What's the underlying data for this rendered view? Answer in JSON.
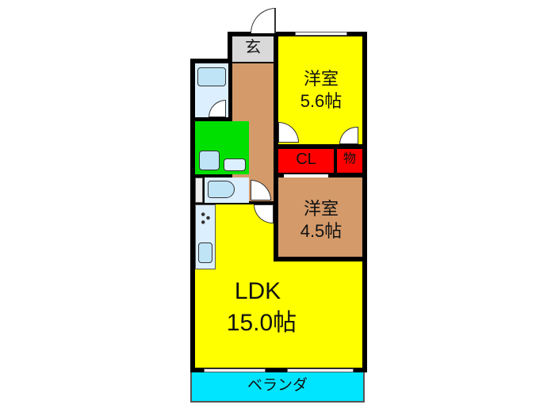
{
  "floorplan": {
    "rooms": [
      {
        "id": "entrance",
        "name": "玄",
        "color": "#d9d9d9"
      },
      {
        "id": "hallway",
        "name": "",
        "color": "#d49a6a"
      },
      {
        "id": "western_room_1",
        "name": "洋室",
        "size": "5.6帖",
        "color": "#ffff00"
      },
      {
        "id": "closet",
        "name": "CL",
        "color": "#ff0000"
      },
      {
        "id": "storage",
        "name": "物",
        "color": "#ff0000"
      },
      {
        "id": "western_room_2",
        "name": "洋室",
        "size": "4.5帖",
        "color": "#d49a6a"
      },
      {
        "id": "ldk",
        "name": "LDK",
        "size": "15.0帖",
        "color": "#ffff00"
      },
      {
        "id": "washroom",
        "name": "",
        "color": "#00e000"
      },
      {
        "id": "bathroom",
        "name": "",
        "color": "#dcefff"
      },
      {
        "id": "toilet",
        "name": "",
        "color": "#dcefff"
      },
      {
        "id": "balcony",
        "name": "ベランダ",
        "color": "#00e5ff"
      }
    ]
  }
}
